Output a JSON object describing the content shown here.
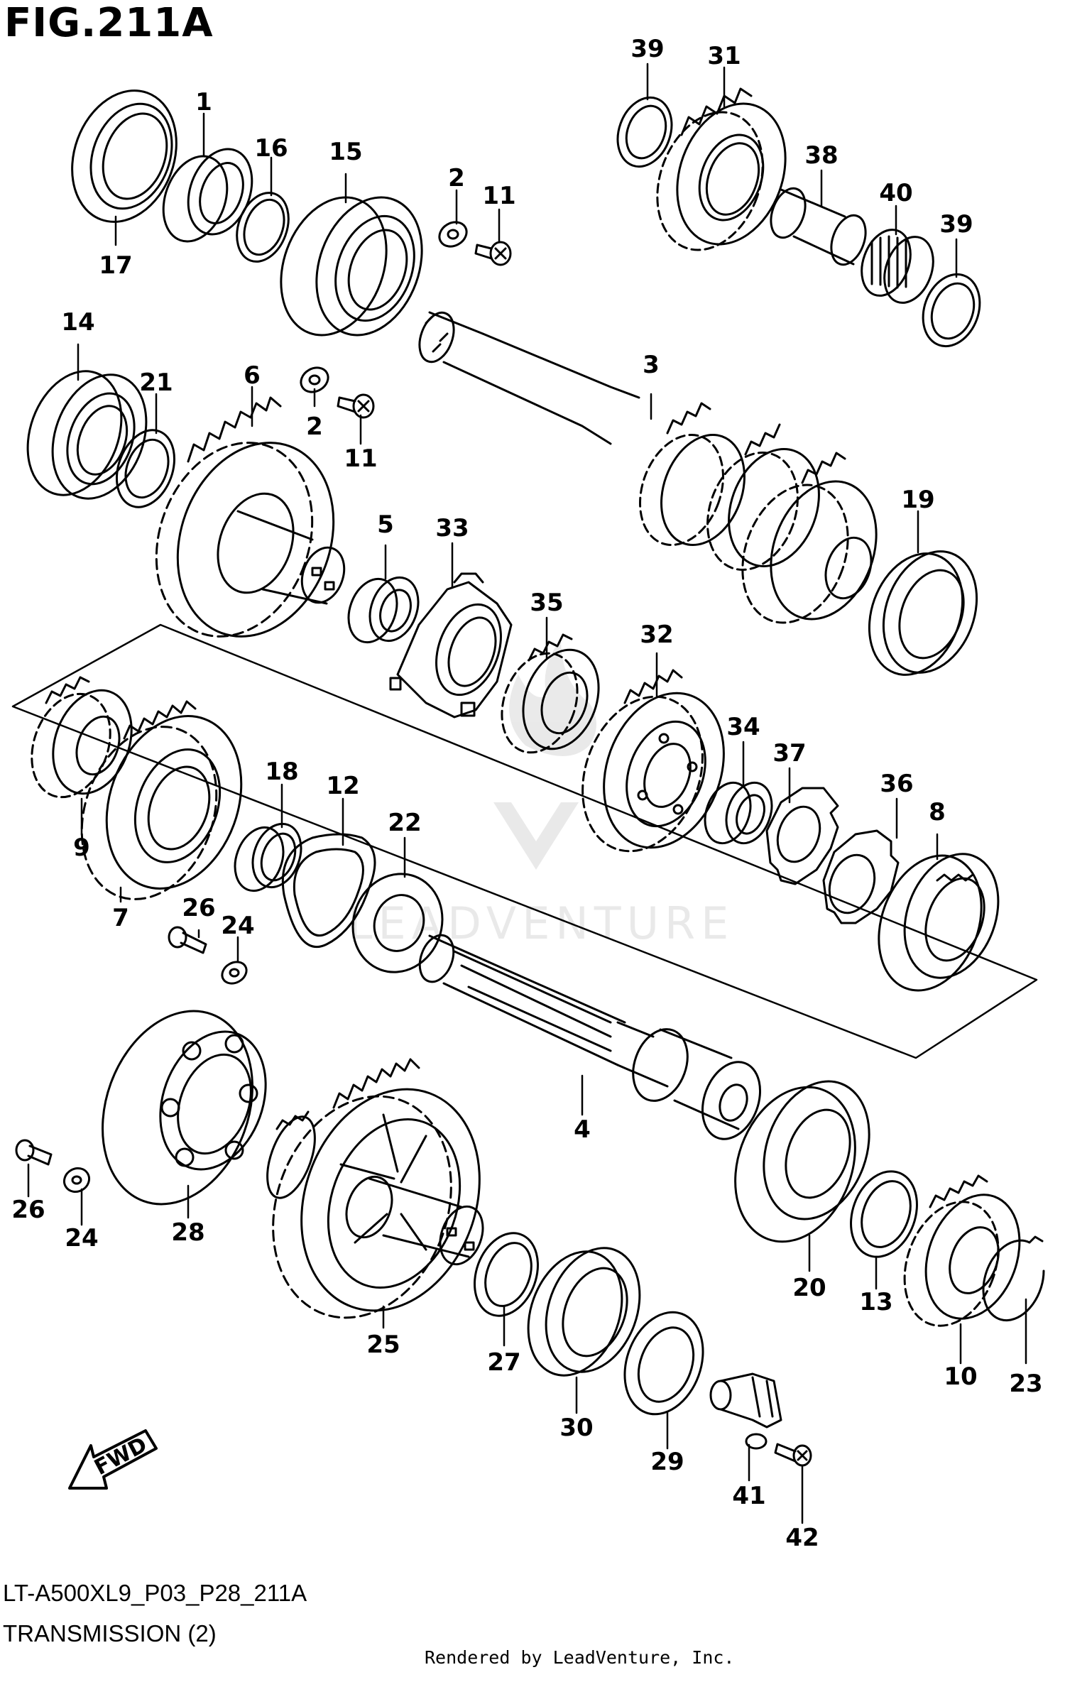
{
  "header": {
    "figure": "FIG.211A"
  },
  "footer": {
    "model_code": "LT-A500XL9_P03_P28_211A",
    "section": "TRANSMISSION (2)",
    "credit": "Rendered by LeadVenture, Inc."
  },
  "watermark": {
    "text": "LEADVENTURE"
  },
  "direction_arrow": {
    "label": "FWD"
  },
  "callouts": [
    "1",
    "2",
    "2",
    "3",
    "4",
    "5",
    "6",
    "7",
    "8",
    "9",
    "10",
    "11",
    "11",
    "12",
    "13",
    "14",
    "15",
    "16",
    "17",
    "18",
    "19",
    "20",
    "21",
    "22",
    "23",
    "24",
    "24",
    "25",
    "26",
    "26",
    "27",
    "28",
    "29",
    "30",
    "31",
    "32",
    "33",
    "34",
    "35",
    "36",
    "37",
    "38",
    "39",
    "39",
    "40",
    "41",
    "42"
  ]
}
